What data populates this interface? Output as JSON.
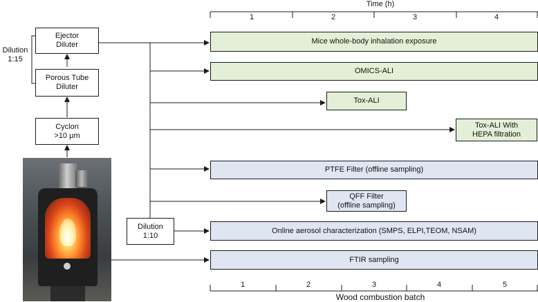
{
  "top_axis": {
    "title": "Time (h)",
    "ticks": [
      "1",
      "2",
      "3",
      "4"
    ]
  },
  "bottom_axis": {
    "title": "Wood combustion batch",
    "ticks": [
      "1",
      "2",
      "3",
      "4",
      "5"
    ]
  },
  "left_chain": {
    "ejector": "Ejector\nDiluter",
    "porous": "Porous Tube\nDiluter",
    "cyclon": "Cyclon\n>10 µm",
    "dilution_label": "Dilution\n1:15"
  },
  "dilution_2": "Dilution\n1:10",
  "exposures": [
    {
      "label": "Mice whole-body inhalation exposure",
      "color": "green"
    },
    {
      "label": "OMICS-ALI",
      "color": "green"
    },
    {
      "label": "Tox-ALI",
      "color": "green"
    },
    {
      "label": "Tox-ALI With\nHEPA filtration",
      "color": "green"
    },
    {
      "label": "PTFE Filter (offline sampling)",
      "color": "blue"
    },
    {
      "label": "QFF Filter\n(offline sampling)",
      "color": "blue"
    },
    {
      "label": "Online aerosol characterization (SMPS, ELPI,TEOM, NSAM)",
      "color": "blue"
    },
    {
      "label": "FTIR sampling",
      "color": "blue"
    }
  ],
  "colors": {
    "green_fill": "#e3efd6",
    "blue_fill": "#dfe6f2",
    "line": "#1a1a1a"
  },
  "photo": "wood-stove-photo"
}
